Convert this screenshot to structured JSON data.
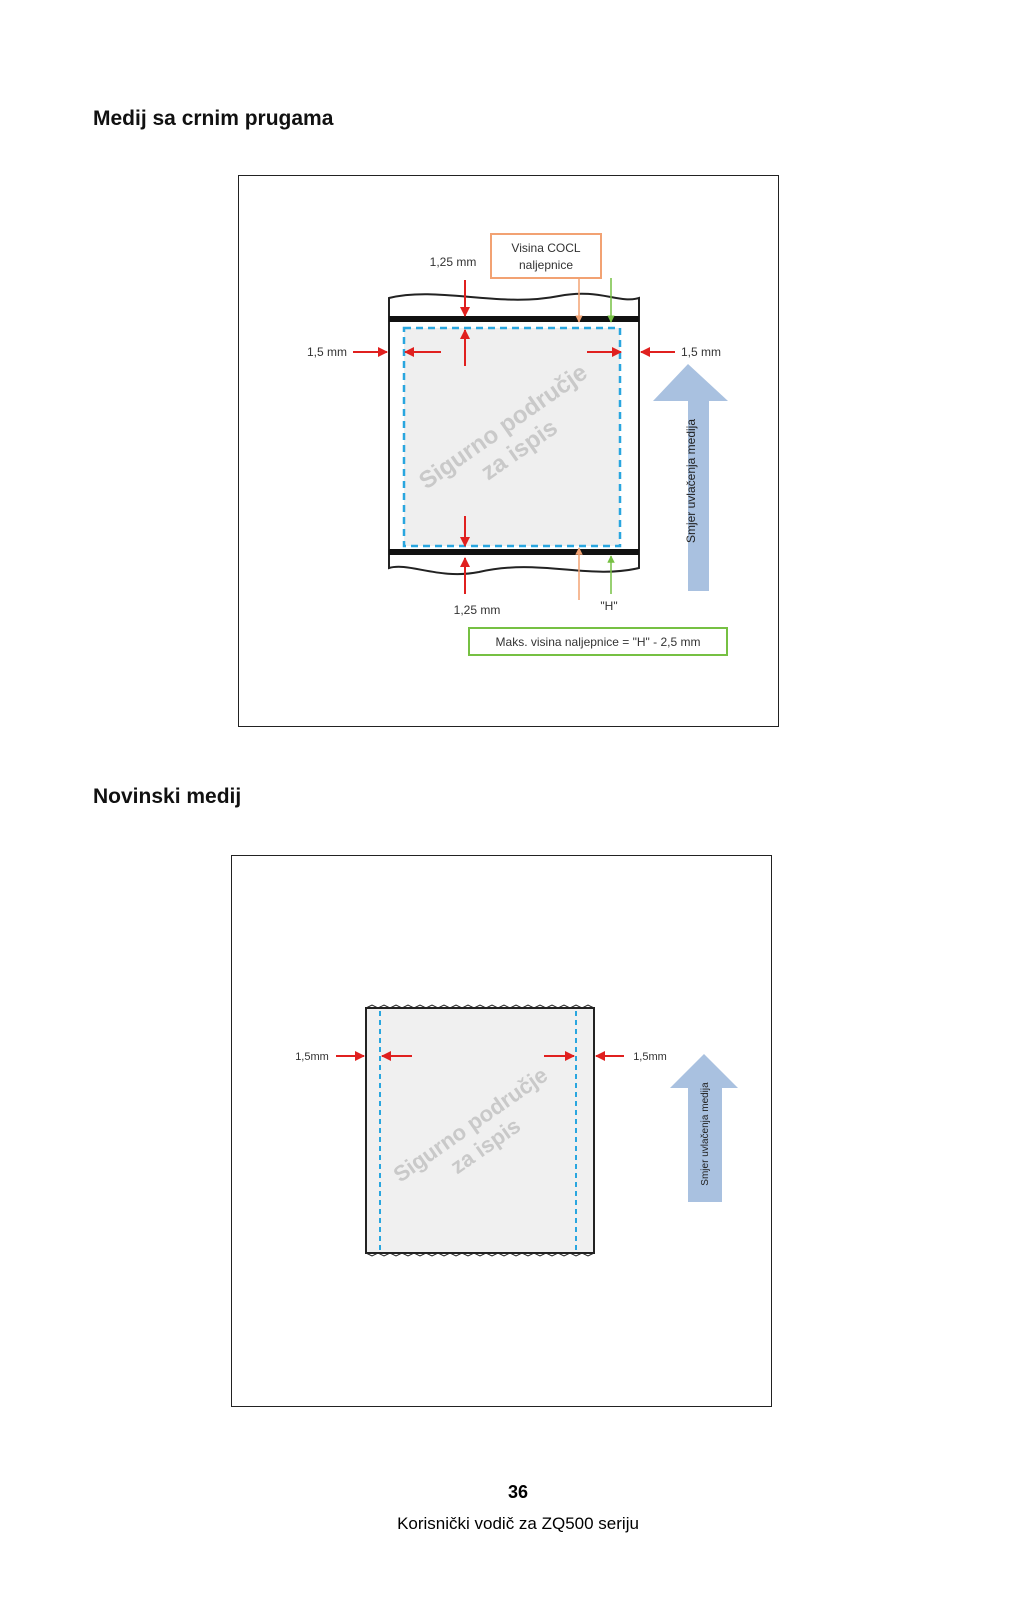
{
  "page": {
    "section1_title": "Medij sa crnim prugama",
    "section2_title": "Novinski medij",
    "page_number": "36",
    "footer": "Korisnički vodič za ZQ500 seriju"
  },
  "figure1": {
    "top_margin": "1,25 mm",
    "bottom_margin": "1,25 mm",
    "left_margin": "1,5 mm",
    "right_margin": "1,5 mm",
    "cocl_line1": "Visina COCL",
    "cocl_line2": "naljepnice",
    "h_label": "\"H\"",
    "max_height_box": "Maks. visina naljepnice = \"H\" - 2,5 mm",
    "safe_line1": "Sigurno područje",
    "safe_line2": "za ispis",
    "feed_direction": "Smjer uvlačenja medija"
  },
  "figure2": {
    "left_margin": "1,5mm",
    "right_margin": "1,5mm",
    "safe_line1": "Sigurno područje",
    "safe_line2": "za ispis",
    "feed_direction": "Smjer uvlačenja medija"
  },
  "colors": {
    "red_arrow": "#e0201f",
    "safe_dash": "#29a6df",
    "orange": "#f2a273",
    "green": "#76c043",
    "feed_arrow": "#a9c1e0"
  }
}
